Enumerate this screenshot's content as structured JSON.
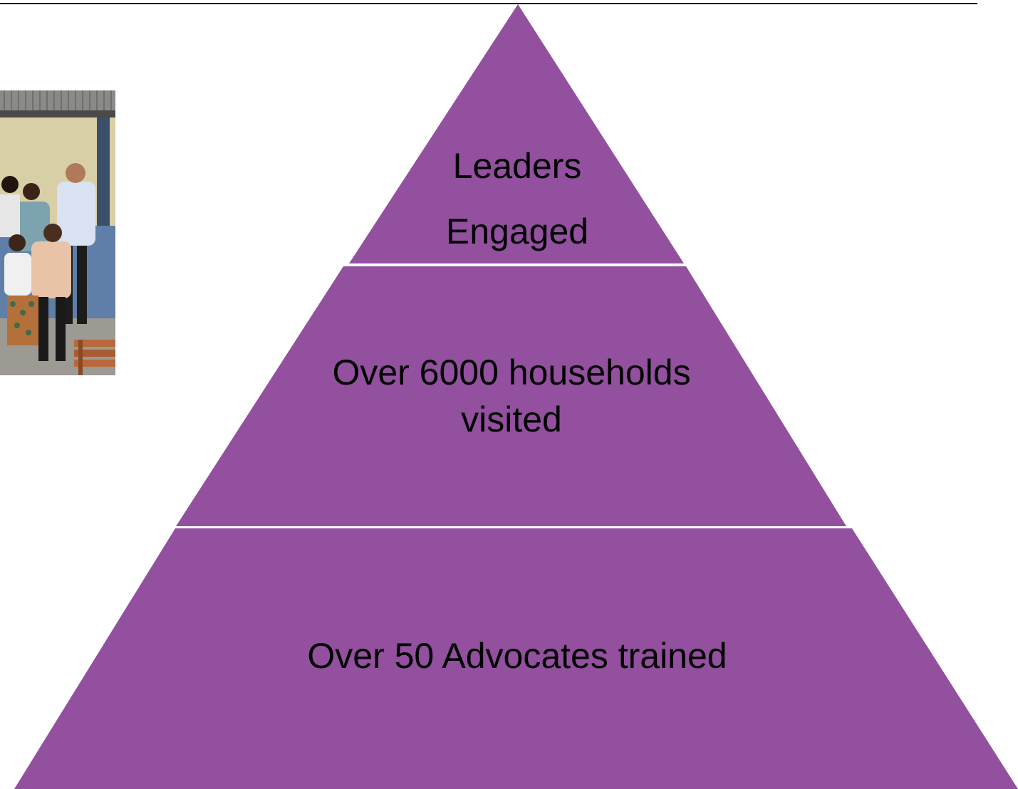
{
  "pyramid": {
    "fill_color": "#92509e",
    "separator_color": "#ffffff",
    "tiers": [
      {
        "lines": [
          "Leaders",
          "Engaged"
        ]
      },
      {
        "text": "Over 6000 households visited"
      },
      {
        "text": "Over 50 Advocates trained"
      }
    ]
  },
  "photo": {
    "description_icon": "group-photo"
  }
}
